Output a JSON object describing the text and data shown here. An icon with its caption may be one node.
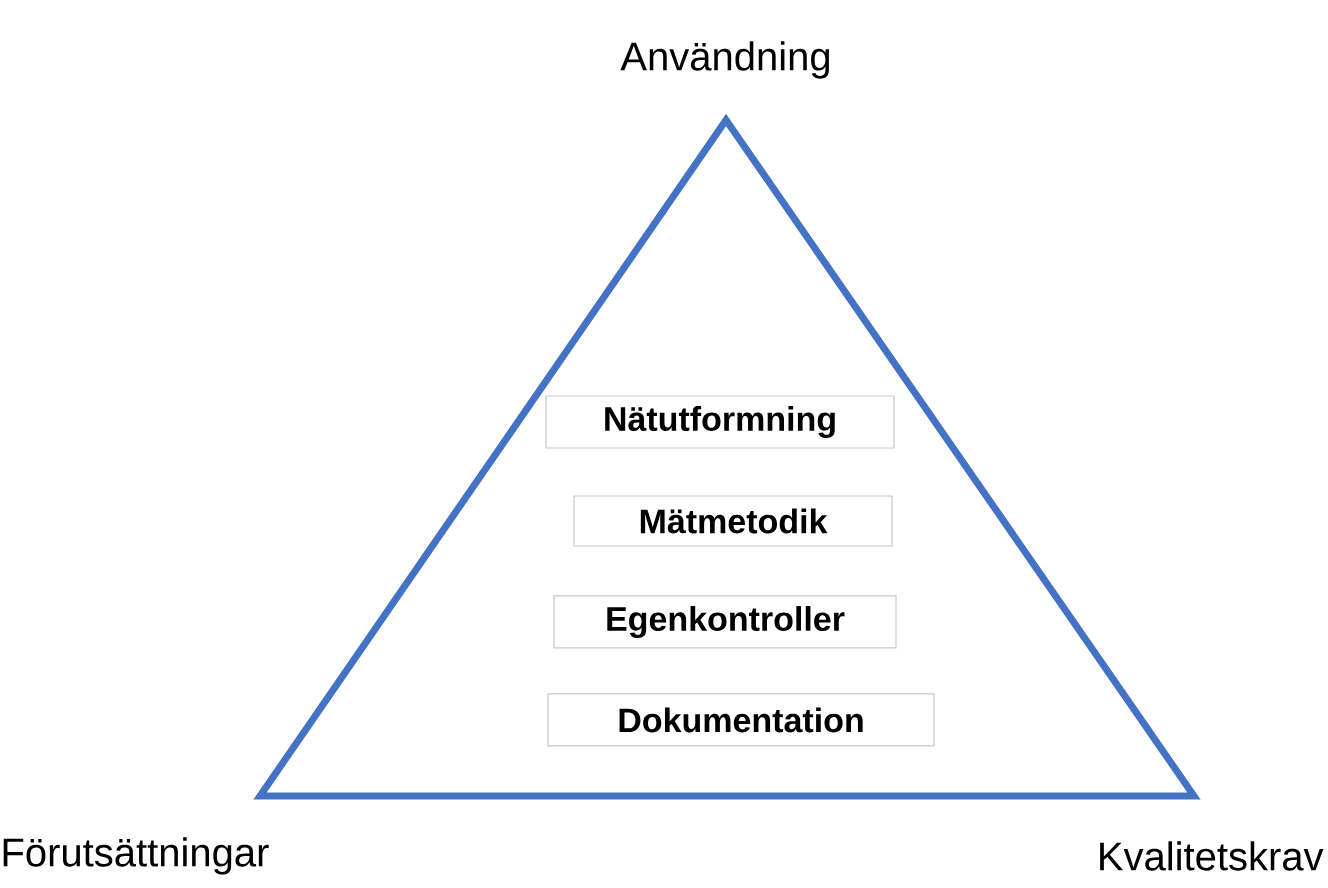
{
  "diagram": {
    "nodes": [
      {
        "text": [
          "Nätutformning"
        ]
      },
      {
        "text": [
          "Mätmetodik"
        ]
      },
      {
        "text": [
          "Egenkontroller"
        ]
      },
      {
        "text": [
          "Dokumentation"
        ]
      }
    ],
    "labels": [
      "Användning",
      "Förutsättningar",
      "Kvalitetskrav"
    ]
  }
}
